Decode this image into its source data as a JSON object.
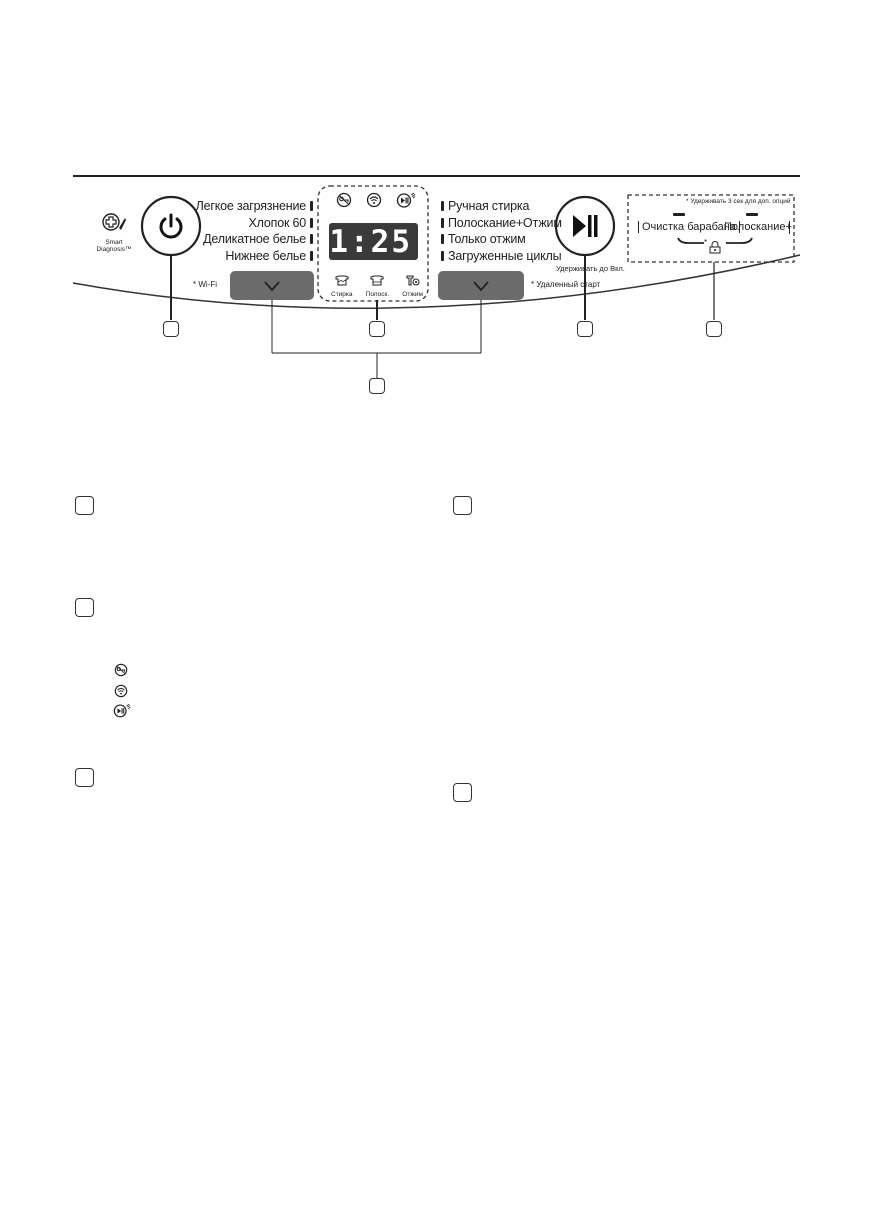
{
  "panel": {
    "smart_diagnosis": {
      "line1": "Smart",
      "line2": "Diagnosis™"
    },
    "power_button": {
      "icon": "power-icon"
    },
    "programs_left": [
      "Легкое загрязнение",
      "Хлопок 60",
      "Деликатное белье",
      "Нижнее белье"
    ],
    "programs_right": [
      "Ручная стирка",
      "Полоскание+Отжим",
      "Только отжим",
      "Загруженные циклы"
    ],
    "wifi_label": "* Wi-Fi",
    "remote_start_label": "* Удаленный старт",
    "hold_to_on_label": "Удерживать до Вкл.",
    "display": {
      "time": "1:25",
      "status_icons": [
        "child-lock-icon",
        "wifi-icon",
        "remote-start-icon"
      ],
      "stages": [
        "Стирка",
        "Полоск.",
        "Отжим"
      ]
    },
    "options": {
      "hint": "* Удерживать 3 сек для доп. опций",
      "items": [
        "Очистка барабана",
        "Полоскание+"
      ],
      "lock_marker": "*"
    }
  },
  "legend_icons": [
    "child-lock-icon",
    "wifi-icon",
    "remote-start-icon"
  ],
  "colors": {
    "button_gray": "#6b6b6b",
    "display_bg": "#3a3a3a",
    "ink": "#222222"
  }
}
